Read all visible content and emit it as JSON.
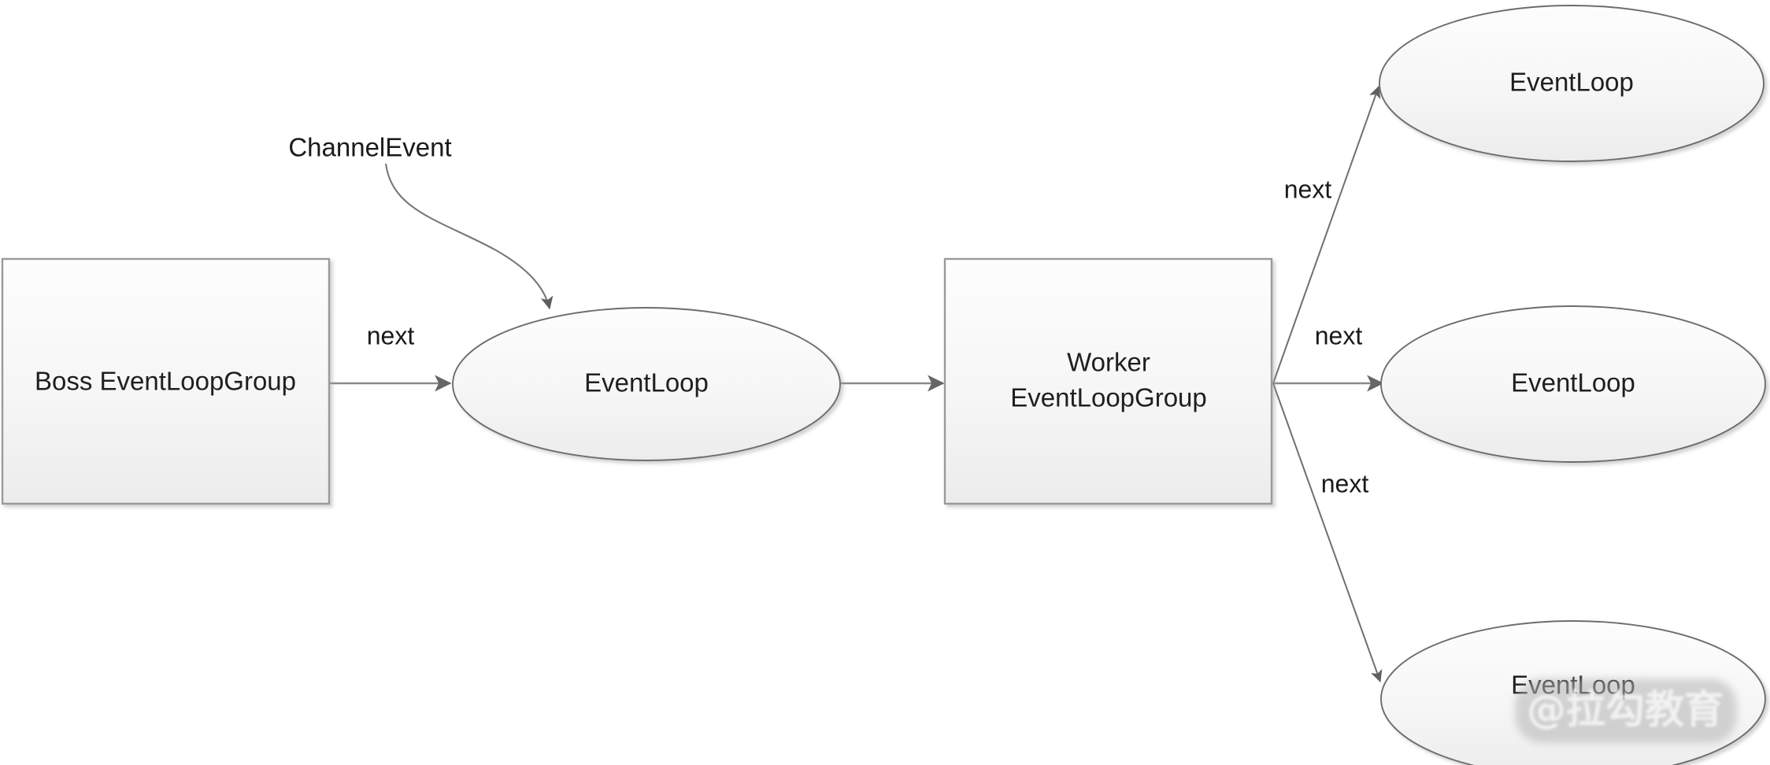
{
  "diagram": {
    "title": "Netty Boss/Worker EventLoopGroup dispatch diagram",
    "background_color": "#ffffff",
    "shape_fill_from": "#fbfbfb",
    "shape_fill_to": "#ededed",
    "box_border_color": "#9a9a9a",
    "ellipse_border_color": "#6d6d6d",
    "edge_color": "#8a8a8a",
    "text_color": "#1f1f22"
  },
  "nodes": {
    "boss_group": {
      "label": "Boss EventLoopGroup",
      "shape": "rectangle"
    },
    "boss_eventloop": {
      "label": "EventLoop",
      "shape": "ellipse"
    },
    "worker_group": {
      "label_line1": "Worker",
      "label_line2": "EventLoopGroup",
      "shape": "rectangle"
    },
    "worker_eventloop_1": {
      "label": "EventLoop",
      "shape": "ellipse"
    },
    "worker_eventloop_2": {
      "label": "EventLoop",
      "shape": "ellipse"
    },
    "worker_eventloop_3": {
      "label": "EventLoop",
      "shape": "ellipse"
    }
  },
  "edges": {
    "boss_to_eventloop": {
      "label": "next"
    },
    "eventloop_to_worker": {
      "label": ""
    },
    "worker_to_el1": {
      "label": "next"
    },
    "worker_to_el2": {
      "label": "next"
    },
    "worker_to_el3": {
      "label": "next"
    }
  },
  "annotations": {
    "channel_event": {
      "label": "ChannelEvent"
    }
  },
  "watermark": {
    "text": "@拉勾教育"
  }
}
